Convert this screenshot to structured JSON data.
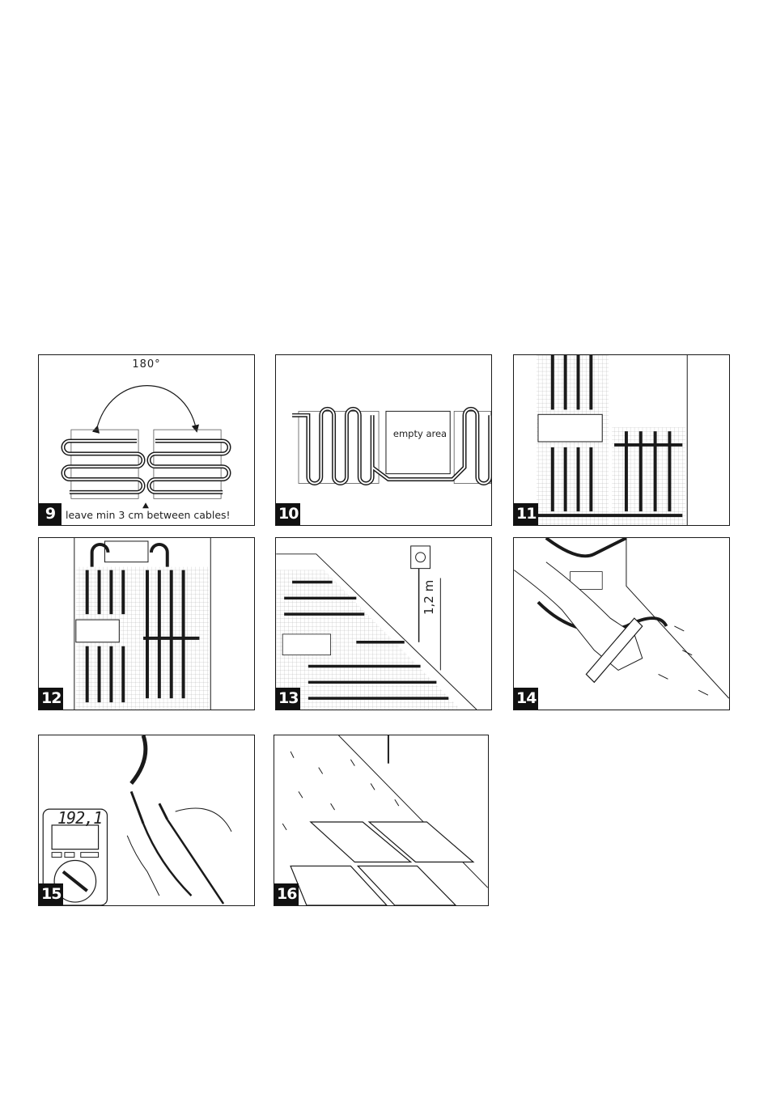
{
  "panels": [
    {
      "number": "9",
      "angle_label": "180°",
      "note": "leave min 3 cm between cables!"
    },
    {
      "number": "10",
      "label": "empty area"
    },
    {
      "number": "11"
    },
    {
      "number": "12"
    },
    {
      "number": "13",
      "height_label": "1,2 m"
    },
    {
      "number": "14"
    },
    {
      "number": "15",
      "meter_reading": "192,1"
    },
    {
      "number": "16"
    }
  ],
  "style": {
    "line_color": "#1a1a1a",
    "mesh_color": "#b0b0b0",
    "number_bg": "#111111"
  }
}
